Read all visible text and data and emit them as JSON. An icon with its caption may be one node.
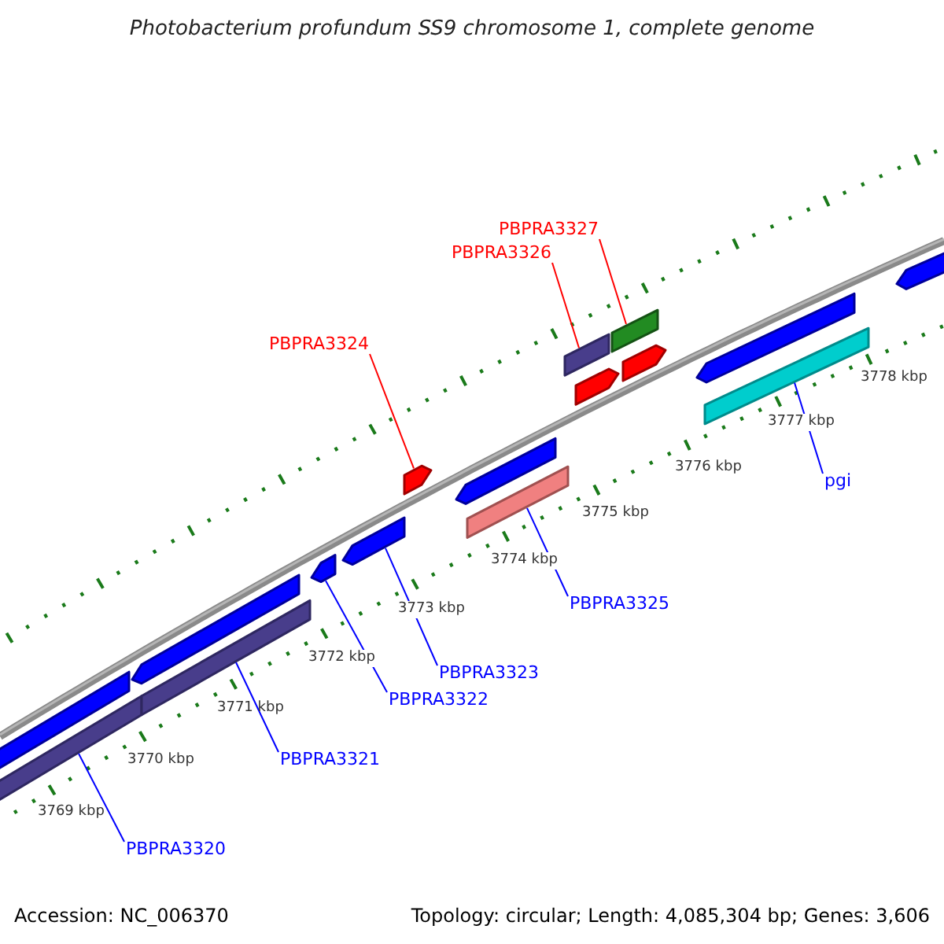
{
  "diagram": {
    "title": "Photobacterium profundum SS9 chromosome 1, complete genome",
    "nodes": [
      {
        "text": [
          "PBPRA3327"
        ]
      },
      {
        "text": [
          "PBPRA3326"
        ]
      },
      {
        "text": [
          "PBPRA3324"
        ]
      },
      {
        "text": [
          "pgi"
        ]
      },
      {
        "text": [
          "PBPRA3325"
        ]
      },
      {
        "text": [
          "PBPRA3323"
        ]
      },
      {
        "text": [
          "PBPRA3322"
        ]
      },
      {
        "text": [
          "PBPRA3321"
        ]
      },
      {
        "text": [
          "PBPRA3320"
        ]
      },
      {
        "text": [],
        "shape": "pentagon"
      },
      {
        "text": [],
        "shape": "bar"
      },
      {
        "text": [],
        "shape": "pentagon"
      },
      {
        "text": [],
        "shape": "bar"
      },
      {
        "text": [],
        "shape": "pentagon"
      },
      {
        "text": [],
        "shape": "pentagon"
      },
      {
        "text": [],
        "shape": "pentagon"
      },
      {
        "text": [],
        "shape": "pentagon"
      },
      {
        "text": [],
        "shape": "bar"
      },
      {
        "text": [],
        "shape": "bar"
      },
      {
        "text": [],
        "shape": "pentagon"
      },
      {
        "text": [],
        "shape": "bar"
      },
      {
        "text": [],
        "shape": "pentagon"
      },
      {
        "text": [],
        "shape": "pentagon"
      },
      {
        "text": [],
        "shape": "bar"
      },
      {
        "text": [],
        "shape": "pentagon"
      }
    ],
    "edges": [
      {
        "from": 0,
        "to": 20,
        "arrow": "none",
        "color": "#ff0000"
      },
      {
        "from": 1,
        "to": 18,
        "arrow": "none",
        "color": "#ff0000"
      },
      {
        "from": 2,
        "to": 15,
        "arrow": "none",
        "color": "#ff0000"
      },
      {
        "from": 3,
        "to": 23,
        "arrow": "none"
      },
      {
        "from": 4,
        "to": 17,
        "arrow": "none"
      },
      {
        "from": 5,
        "to": 14,
        "arrow": "none"
      },
      {
        "from": 6,
        "to": 13,
        "arrow": "none"
      },
      {
        "from": 7,
        "to": 12,
        "arrow": "none"
      },
      {
        "from": 8,
        "to": 10,
        "arrow": "none"
      }
    ],
    "labels": [
      "3778 kbp",
      "3777 kbp",
      "3776 kbp",
      "3775 kbp",
      "3774 kbp",
      "3773 kbp",
      "3772 kbp",
      "3771 kbp",
      "3770 kbp",
      "3769 kbp",
      "Accession: NC_006370",
      "Topology: circular; Length: 4,085,304 bp; Genes: 3,606"
    ]
  }
}
